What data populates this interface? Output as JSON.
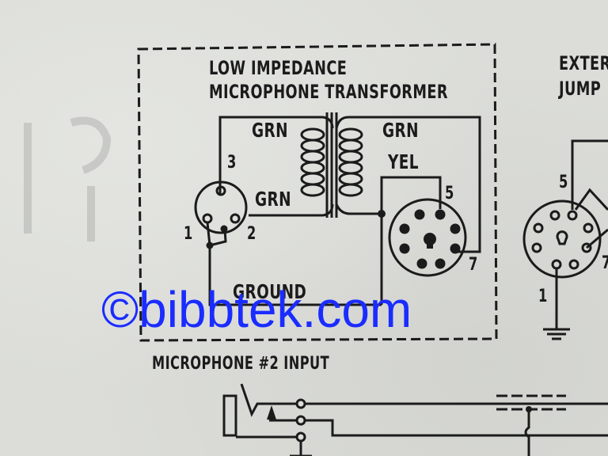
{
  "diagram": {
    "transformer_box": {
      "title_line1": "LOW IMPEDANCE",
      "title_line2": "MICROPHONE TRANSFORMER",
      "wire_labels": {
        "primary_top": "GRN",
        "primary_bottom": "GRN",
        "secondary_top": "GRN",
        "secondary_tap": "YEL",
        "ground": "GROUND"
      },
      "xlr_connector": {
        "pins": [
          "1",
          "2",
          "3"
        ]
      },
      "octal_plug": {
        "pins_labeled": [
          "5",
          "7"
        ]
      }
    },
    "external_jumper": {
      "title_line1": "EXTER",
      "title_line2": "JUMP",
      "octal_socket": {
        "pins_labeled": [
          "5",
          "1",
          "7"
        ]
      }
    },
    "input_jack": {
      "label": "MICROPHONE #2 INPUT"
    }
  },
  "watermark": {
    "text": "©bibbtek.com",
    "color": "#1a2cff"
  },
  "colors": {
    "paper": "#dcddd9",
    "ink": "#1b1b1b"
  }
}
